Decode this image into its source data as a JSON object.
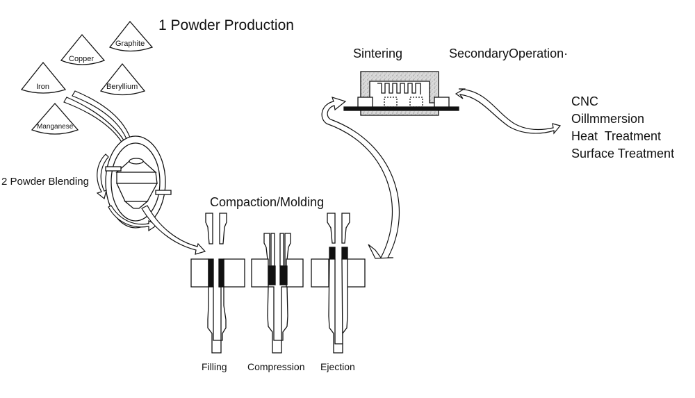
{
  "title": "1 Powder Production",
  "powders": [
    {
      "id": "graphite",
      "label": "Graphite"
    },
    {
      "id": "copper",
      "label": "Copper"
    },
    {
      "id": "iron",
      "label": "Iron"
    },
    {
      "id": "beryllium",
      "label": "Beryllium"
    },
    {
      "id": "manganese",
      "label": "Manganese"
    }
  ],
  "blending_label": "2 Powder Blending",
  "compaction_label": "Compaction/Molding",
  "press_steps": [
    "Filling",
    "Compression",
    "Ejection"
  ],
  "sintering_label": "Sintering",
  "secondary_label": "SecondaryOperation·",
  "secondary_ops": [
    "CNC",
    "Oillmmersion",
    "Heat  Treatment",
    "Surface Treatment"
  ]
}
